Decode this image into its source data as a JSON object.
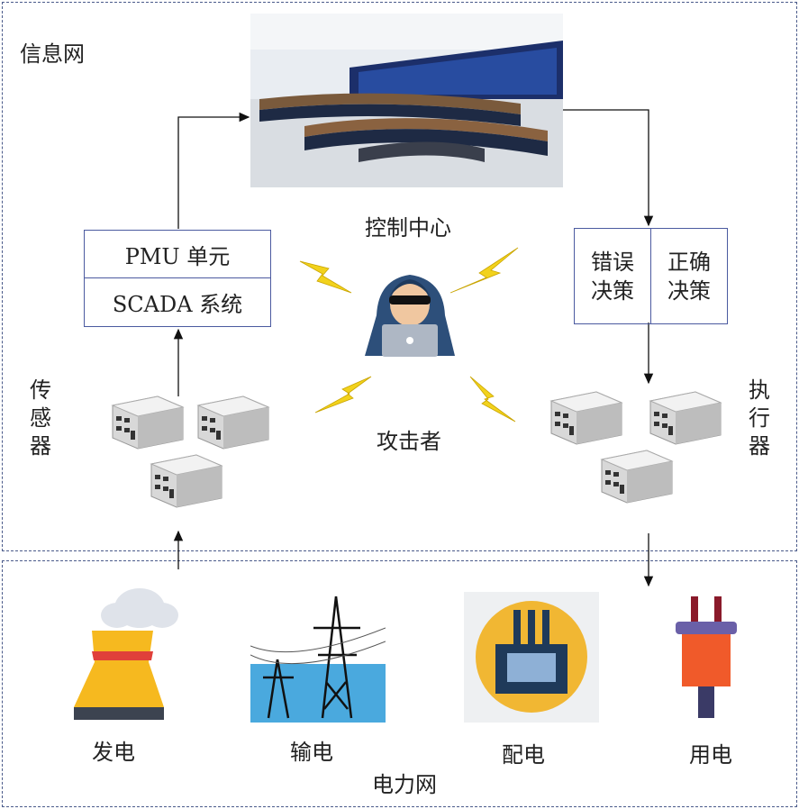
{
  "info_network": {
    "label": "信息网"
  },
  "control_center": {
    "label": "控制中心"
  },
  "sensor_side": {
    "pmu": "PMU 单元",
    "scada": "SCADA 系统",
    "sensor_label": "传感器"
  },
  "actuator_side": {
    "wrong": "错误决策",
    "right": "正确决策",
    "actuator_label": "执行器"
  },
  "attacker": {
    "label": "攻击者"
  },
  "power_network": {
    "label": "电力网",
    "items": [
      {
        "label": "发电"
      },
      {
        "label": "输电"
      },
      {
        "label": "配电"
      },
      {
        "label": "用电"
      }
    ]
  },
  "colors": {
    "border": "#4a5a8a",
    "box": "#4b5aa0",
    "bolt": "#f2d21c"
  }
}
